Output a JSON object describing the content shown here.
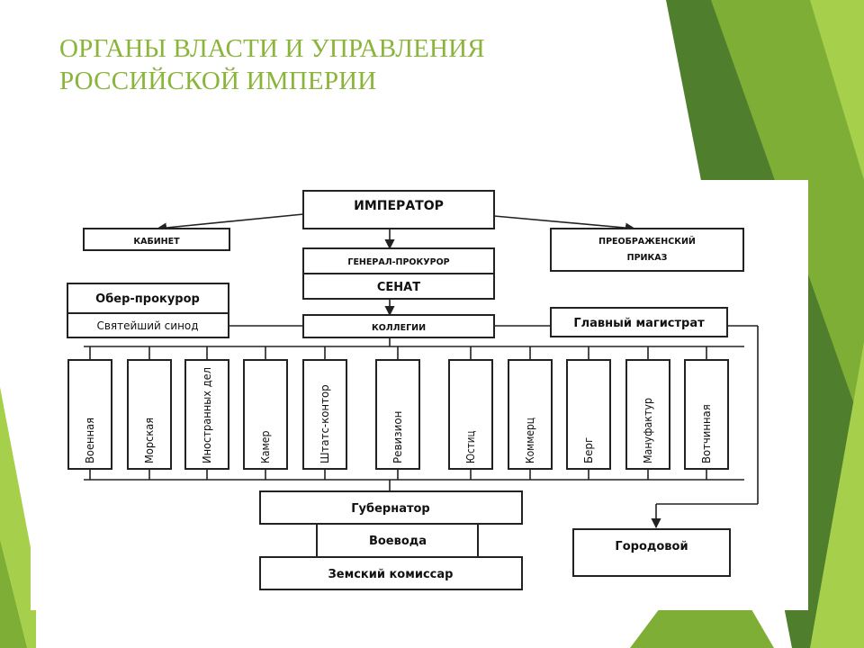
{
  "slide": {
    "title_line1": "ОРГАНЫ ВЛАСТИ И УПРАВЛЕНИЯ",
    "title_line2": "РОССИЙСКОЙ ИМПЕРИИ"
  },
  "colors": {
    "title": "#8bb43a",
    "decor_light": "#a6cf4b",
    "decor_mid": "#7fae36",
    "decor_dark": "#4f7f2d"
  },
  "diagram": {
    "emperor": "ИМПЕРАТОР",
    "cabinet": "КАБИНЕТ",
    "preobrazhensky_line1": "ПРЕОБРАЖЕНСКИЙ",
    "preobrazhensky_line2": "ПРИКАЗ",
    "procurator_general": "ГЕНЕРАЛ-ПРОКУРОР",
    "senate": "СЕНАТ",
    "ober_procurator": "Обер-прокурор",
    "holy_synod": "Святейший синод",
    "collegia": "КОЛЛЕГИИ",
    "chief_magistrate": "Главный магистрат",
    "colleges": [
      "Военная",
      "Морская",
      "Иностранных дел",
      "Камер",
      "Штатс-контор",
      "Ревизион",
      "Юстиц",
      "Коммерц",
      "Берг",
      "Мануфактур",
      "Вотчинная"
    ],
    "governor": "Губернатор",
    "voevoda": "Воевода",
    "zemsky_commissar": "Земский комиссар",
    "town_magistrate": "Городовой"
  }
}
